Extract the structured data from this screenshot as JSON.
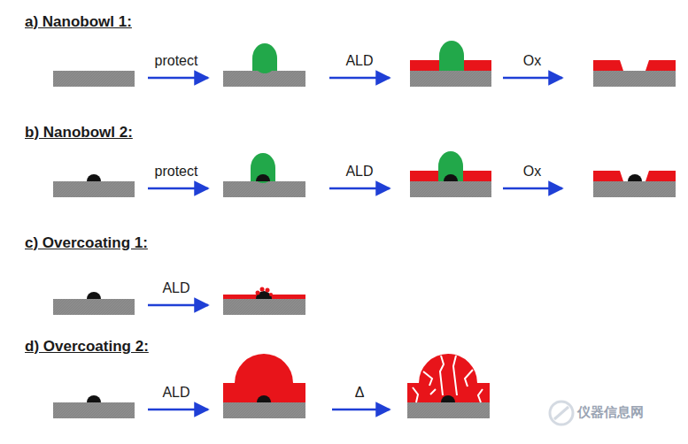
{
  "diagram": {
    "labels": [
      "a) Nanobowl 1:",
      "protect",
      "ALD",
      "Ox",
      "b) Nanobowl 2:",
      "protect",
      "ALD",
      "Ox",
      "c) Overcoating 1:",
      "ALD",
      "d) Overcoating 2:",
      "ALD",
      "Δ",
      "仪器信息网"
    ]
  }
}
